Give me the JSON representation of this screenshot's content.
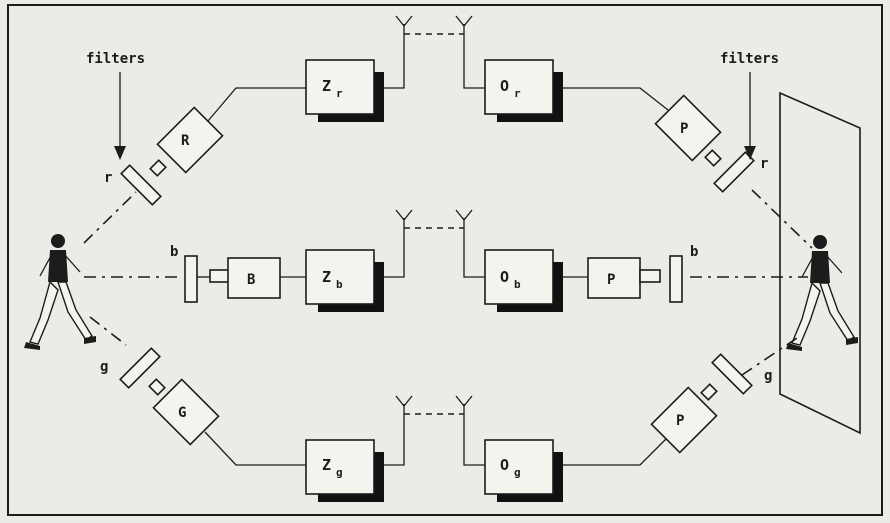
{
  "labels": {
    "filters_left": "filters",
    "filters_right": "filters"
  },
  "boxes": {
    "zr": {
      "main": "Z",
      "sub": "r"
    },
    "or": {
      "main": "O",
      "sub": "r"
    },
    "zb": {
      "main": "Z",
      "sub": "b"
    },
    "ob": {
      "main": "O",
      "sub": "b"
    },
    "zg": {
      "main": "Z",
      "sub": "g"
    },
    "og": {
      "main": "O",
      "sub": "g"
    },
    "R": "R",
    "B": "B",
    "G": "G",
    "P_top": "P",
    "P_mid": "P",
    "P_bot": "P"
  },
  "filter_letters": {
    "left_r": "r",
    "left_b": "b",
    "left_g": "g",
    "right_r": "r",
    "right_b": "b",
    "right_g": "g"
  }
}
